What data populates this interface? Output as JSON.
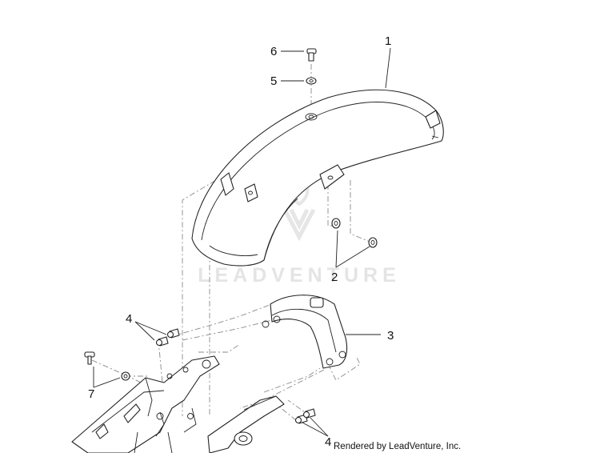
{
  "diagram": {
    "watermark": "LEADVENTURE",
    "credit": "Rendered by LeadVenture, Inc.",
    "callouts": {
      "c1": "1",
      "c2": "2",
      "c3": "3",
      "c4a": "4",
      "c4b": "4",
      "c5": "5",
      "c6": "6",
      "c7": "7"
    }
  }
}
